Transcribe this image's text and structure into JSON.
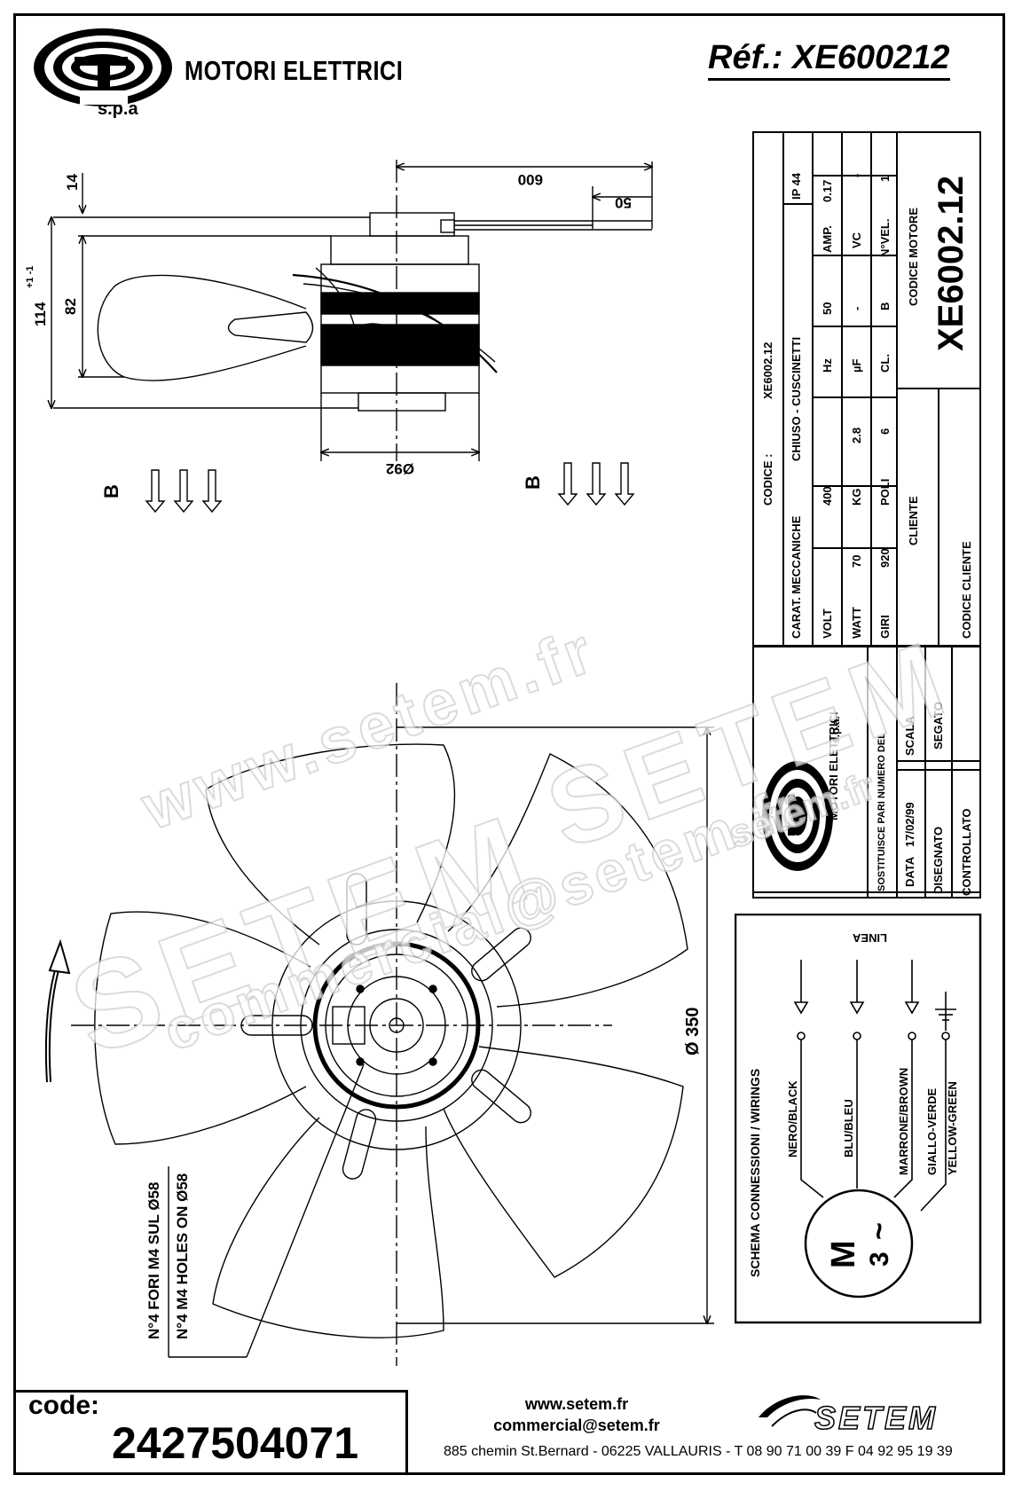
{
  "header": {
    "brand_name": "MOTORI ELETTRICI",
    "brand_suffix": "s.p.a",
    "reference": "Réf.: XE600212"
  },
  "dimensions": {
    "top_14": "14",
    "height_114": "114",
    "height_114_tol": "+1 -1",
    "height_82": "82",
    "cable_600": "600",
    "cable_50": "50",
    "diameter_92": "Ø92",
    "diameter_350": "Ø 350",
    "airflow_label_left": "B",
    "airflow_label_right": "B"
  },
  "holes_note": {
    "italian": "N°4 FORI M4 SUL Ø58",
    "english": "N°4 M4 HOLES ON Ø58"
  },
  "spec_table": {
    "codice_label": "CODICE :",
    "codice_value": "XE6002.12",
    "carat_label": "CARAT. MECCANICHE",
    "carat_value": "CHIUSO - CUSCINETTI",
    "ip": "IP 44",
    "volt_label": "VOLT",
    "volt_value": "400",
    "hz_label": "Hz",
    "hz_value": "50",
    "amp_label": "AMP.",
    "amp_value": "0.17",
    "watt_label": "WATT",
    "watt_value": "70",
    "kg_label": "KG",
    "kg_value": "2.8",
    "uf_label": "µF",
    "uf_value": "-",
    "vc_label": "VC",
    "vc_value": "-",
    "giri_label": "GIRI",
    "giri_value": "920",
    "poli_label": "POLI",
    "poli_value": "6",
    "cl_label": "CL.",
    "cl_value": "B",
    "nvel_label": "N°VEL.",
    "nvel_value": "1",
    "cliente_label": "CLIENTE",
    "codice_cliente_label": "CODICE CLIENTE",
    "codice_motore_label": "CODICE MOTORE",
    "codice_motore_value": "XE6002.12"
  },
  "title_block": {
    "logo_text": "MOTORI ELETTRICI",
    "logo_spa": "s.p.a.",
    "sostituisce_label": "SOSTITUISCE PARI NUMERO DEL",
    "data_label": "DATA",
    "data_value": "17/02/99",
    "scala_label": "SCALA",
    "disegnato_label": "DISEGNATO",
    "disegnato_value": "SEGATO",
    "controllato_label": "CONTROLLATO"
  },
  "wiring": {
    "title": "SCHEMA CONNESSIONI / WIRINGS",
    "linea": "LINEA",
    "wire1": "NERO/BLACK",
    "wire2": "BLU/BLEU",
    "wire3": "MARRONE/BROWN",
    "wire4a": "GIALLO-VERDE",
    "wire4b": "YELLOW-GREEN",
    "motor_symbol_m": "M",
    "motor_symbol_3": "3",
    "motor_symbol_ac": "~"
  },
  "footer": {
    "code_label": "code:",
    "code_value": "2427504071",
    "website": "www.setem.fr",
    "email": "commercial@setem.fr",
    "address": "885 chemin St.Bernard  -  06225 VALLAURIS  -  T 08 90 71 00 39   F 04 92 95 19 39",
    "setem_logo": "SETEM"
  },
  "watermark": {
    "url": "www.setem.fr",
    "name": "SETEM",
    "name2": "SETEM",
    "email": "commercial@setem.fr",
    "small": "setem.fr"
  }
}
